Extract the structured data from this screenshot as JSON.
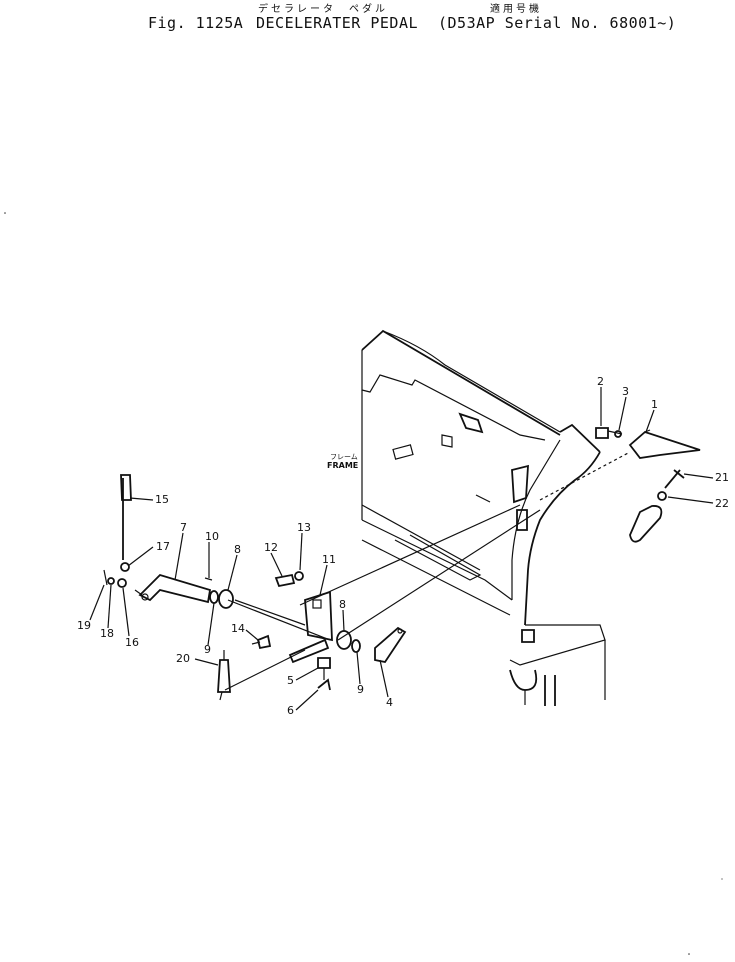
{
  "header": {
    "title_jp": "デセラレータ　ペダル",
    "fig": "Fig. 1125A",
    "title": "DECELERATER PEDAL",
    "applic_jp": "適用号機",
    "serial": "(D53AP Serial No. 68001~)"
  },
  "frame_label": {
    "jp": "フレーム",
    "en": "FRAME"
  },
  "parts": [
    "1",
    "2",
    "3",
    "4",
    "5",
    "6",
    "7",
    "8",
    "8",
    "9",
    "9",
    "10",
    "11",
    "12",
    "13",
    "14",
    "15",
    "16",
    "17",
    "18",
    "19",
    "20",
    "21",
    "22"
  ]
}
